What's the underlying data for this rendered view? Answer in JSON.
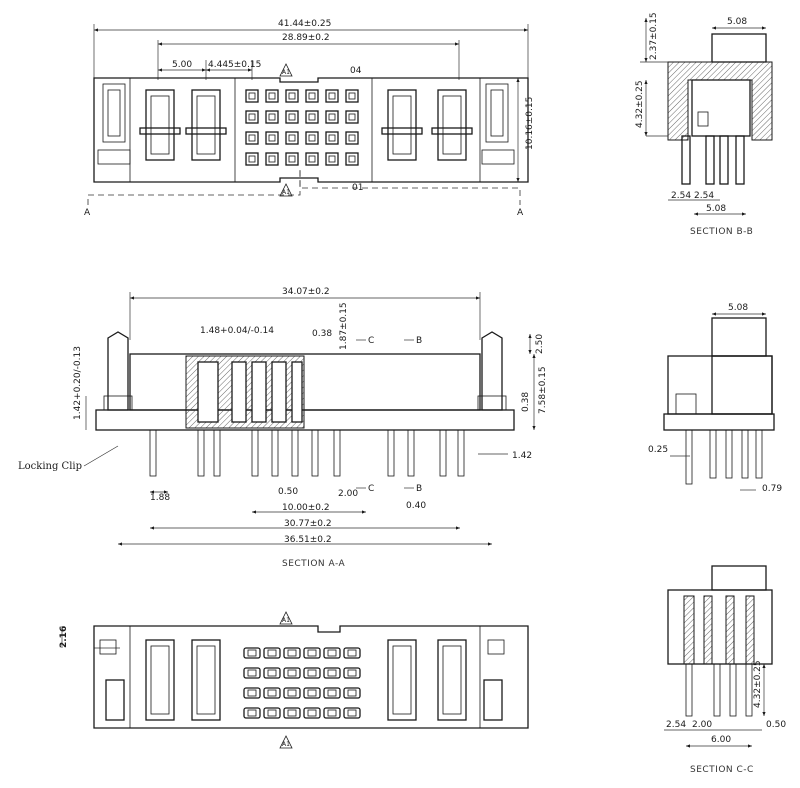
{
  "top_view": {
    "dim_overall": "41.44±0.25",
    "dim_span": "28.89±0.2",
    "dim_pitch_a": "5.00",
    "dim_pitch_b": "4.445±0.15",
    "dim_height": "10.16±0.15",
    "marker_top": "A1",
    "marker_bottom": "A1",
    "label_04": "04",
    "label_01": "01",
    "cut_left": "A",
    "cut_right": "A"
  },
  "section_aa": {
    "title": "SECTION A-A",
    "dim_overall": "34.07±0.2",
    "dim_148": "1.48+0.04/-0.14",
    "dim_038_top": "0.38",
    "dim_187": "1.87±0.15",
    "dim_250": "2.50",
    "dim_038_right": "0.38",
    "dim_758": "7.58±0.15",
    "dim_142_left": "1.42+0.20/-0.13",
    "dim_142_right": "1.42",
    "dim_188": "1.88",
    "dim_050": "0.50",
    "dim_200": "2.00",
    "dim_040": "0.40",
    "dim_1000": "10.00±0.2",
    "dim_3077": "30.77±0.2",
    "dim_3651": "36.51±0.2",
    "locking_clip": "Locking Clip",
    "cut_c": "C",
    "cut_b": "B"
  },
  "bottom_view": {
    "dim_216": "2.16",
    "marker_top": "A1",
    "marker_bottom": "A1"
  },
  "section_bb": {
    "title": "SECTION B-B",
    "dim_508_top": "5.08",
    "dim_237": "2.37±0.15",
    "dim_432": "4.32±0.25",
    "dim_254a": "2.54",
    "dim_254b": "2.54",
    "dim_508_bottom": "5.08"
  },
  "side_view": {
    "dim_508": "5.08",
    "dim_025": "0.25",
    "dim_079": "0.79"
  },
  "section_cc": {
    "title": "SECTION C-C",
    "dim_432": "4.32±0.25",
    "dim_254": "2.54",
    "dim_200": "2.00",
    "dim_050": "0.50",
    "dim_600": "6.00"
  }
}
